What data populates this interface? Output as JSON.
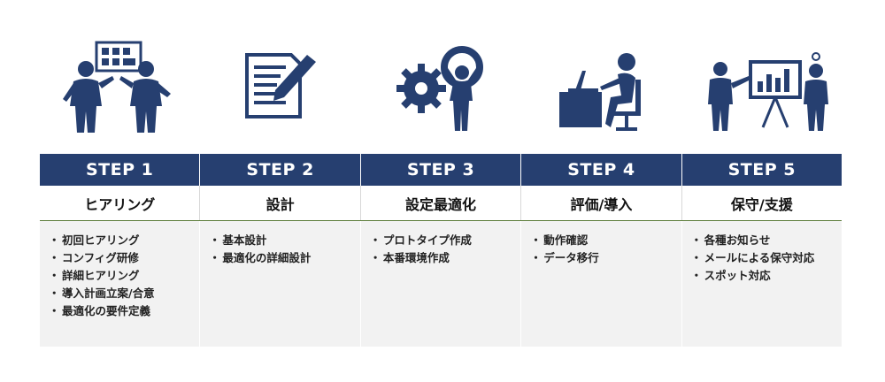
{
  "steps": [
    {
      "label": "STEP 1",
      "title": "ヒアリング",
      "items": [
        "初回ヒアリング",
        "コンフィグ研修",
        "詳細ヒアリング",
        "導入計画立案/合意",
        "最適化の要件定義"
      ]
    },
    {
      "label": "STEP 2",
      "title": "設計",
      "items": [
        "基本設計",
        "最適化の詳細設計"
      ]
    },
    {
      "label": "STEP 3",
      "title": "設定最適化",
      "items": [
        "プロトタイプ作成",
        "本番環境作成"
      ]
    },
    {
      "label": "STEP 4",
      "title": "評価/導入",
      "items": [
        "動作確認",
        "データ移行"
      ]
    },
    {
      "label": "STEP 5",
      "title": "保守/支援",
      "items": [
        "各種お知らせ",
        "メールによる保守対応",
        "スポット対応"
      ]
    }
  ],
  "colors": {
    "header_bg": "#263f70",
    "icon": "#263f70",
    "body_bg": "#f2f2f2",
    "divider": "#5b7c3a"
  }
}
